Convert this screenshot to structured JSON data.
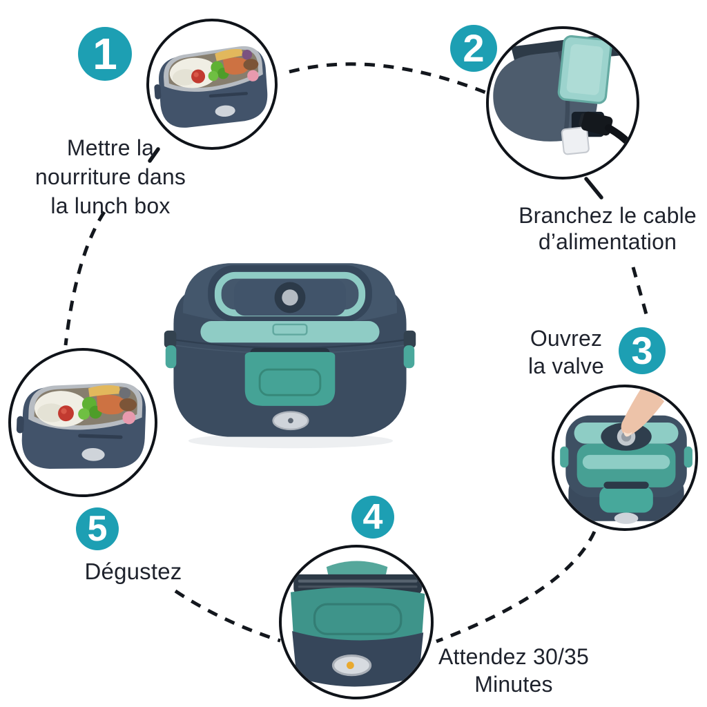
{
  "canvas": {
    "background": "#ffffff",
    "description": "electric-lunch-box-usage-steps-infographic"
  },
  "palette": {
    "accent_teal": "#1d9fb3",
    "badge_number_color": "#ffffff",
    "caption_color": "#1e222c",
    "connector_color": "#13171d",
    "product_body": "#3b4c60",
    "product_lid_mint": "#8fccc5",
    "product_latch_teal": "#45a396"
  },
  "steps": [
    {
      "number": "1",
      "caption_lines": [
        "Mettre la",
        "nourriture dans",
        "la lunch box"
      ],
      "photo": "open-lunch-box-filled-with-rice-salad-salmon"
    },
    {
      "number": "2",
      "caption_lines": [
        "Branchez le cable",
        "d’alimentation"
      ],
      "photo": "power-cable-plugged-into-lunch-box-socket"
    },
    {
      "number": "3",
      "caption_lines": [
        "Ouvrez",
        "la valve"
      ],
      "photo": "finger-pressing-steam-valve-on-lid"
    },
    {
      "number": "4",
      "caption_lines": [
        "Attendez 30/35",
        "Minutes"
      ],
      "photo": "closed-lunch-box-front-with-indicator-light"
    },
    {
      "number": "5",
      "caption_lines": [
        "Dégustez"
      ],
      "photo": "open-lunch-box-ready-to-eat"
    }
  ],
  "product": {
    "description": "electric-lunch-box-dark-blue-with-teal-lid-and-handle"
  }
}
